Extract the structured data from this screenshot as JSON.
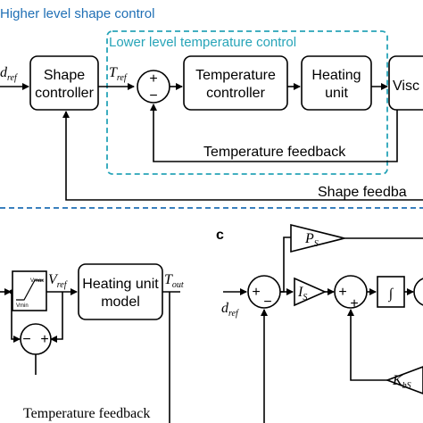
{
  "top": {
    "outer_title": "Higher level shape control",
    "inner_title": "Lower level temperature control",
    "input_d": "d",
    "input_d_sub": "ref",
    "shape_controller_line1": "Shape",
    "shape_controller_line2": "controller",
    "t_ref": "T",
    "t_ref_sub": "ref",
    "sum_plus": "+",
    "sum_minus": "−",
    "temp_controller_line1": "Temperature",
    "temp_controller_line2": "controller",
    "heating_line1": "Heating",
    "heating_line2": "unit",
    "visc_label": "Visc",
    "temp_feedback": "Temperature feedback",
    "shape_feedback": "Shape feedba"
  },
  "bottom_left": {
    "vmax": "Vmax",
    "vmin": "Vmin",
    "v_ref": "V",
    "v_ref_sub": "ref",
    "heating_model_line1": "Heating unit",
    "heating_model_line2": "model",
    "t_out": "T",
    "t_out_sub": "out",
    "sum_minus": "−",
    "sum_plus": "+",
    "temp_feedback": "Temperature feedback"
  },
  "bottom_right": {
    "panel_label": "c",
    "d_ref": "d",
    "d_ref_sub": "ref",
    "ps": "P",
    "ps_sub": "S",
    "is": "I",
    "is_sub": "S",
    "kbs": "K",
    "kbs_sub": "bS",
    "sum1_plus": "+",
    "sum1_minus": "−",
    "sum2_plus": "+",
    "sum2_plus_b": "+",
    "integrator": "∫"
  },
  "colors": {
    "outer_frame": "#1f6fb5",
    "inner_frame": "#27a4b8"
  }
}
